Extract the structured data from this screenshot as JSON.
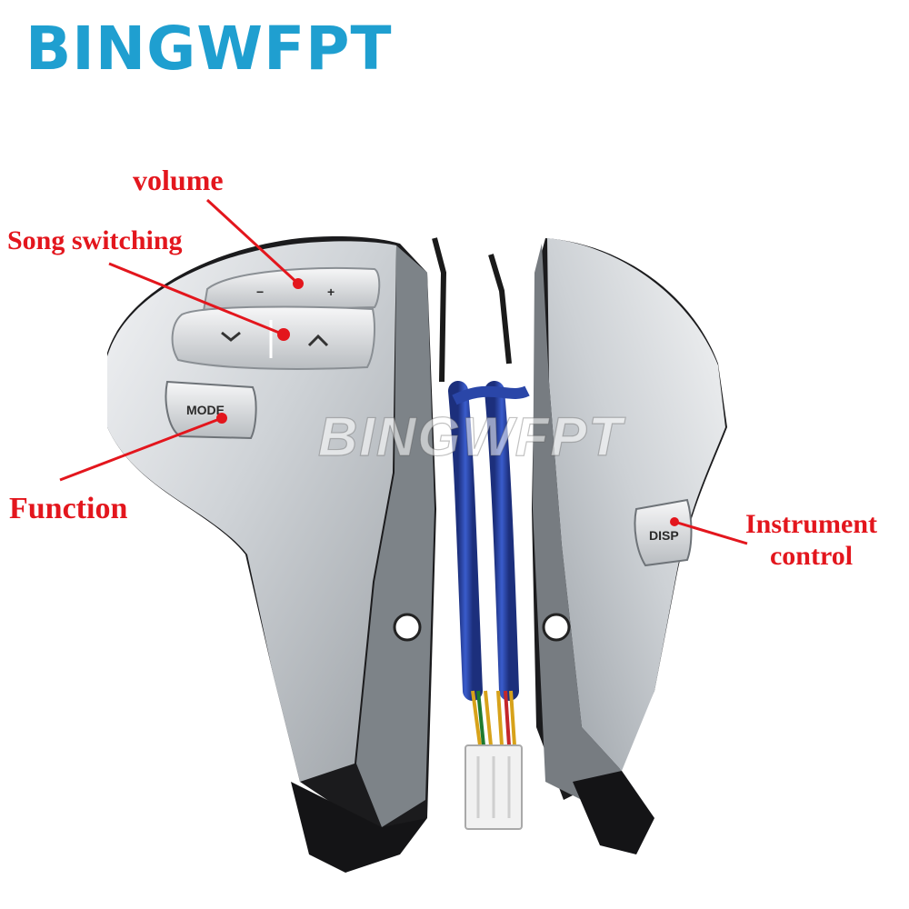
{
  "brand": {
    "logo_text": "BINGWFPT",
    "watermark_text": "BINGWFPT"
  },
  "callouts": {
    "volume": "volume",
    "song_switching": "Song switching",
    "function": "Function",
    "instrument_line1": "Instrument",
    "instrument_line2": "control"
  },
  "buttons": {
    "mode": "MODE",
    "disp": "DISP",
    "minus": "−",
    "plus": "+"
  },
  "colors": {
    "brand_blue": "#1f9fd0",
    "callout_red": "#e3161d",
    "panel_silver": "#c9cdd1",
    "wire_blue": "#2a46a8"
  }
}
